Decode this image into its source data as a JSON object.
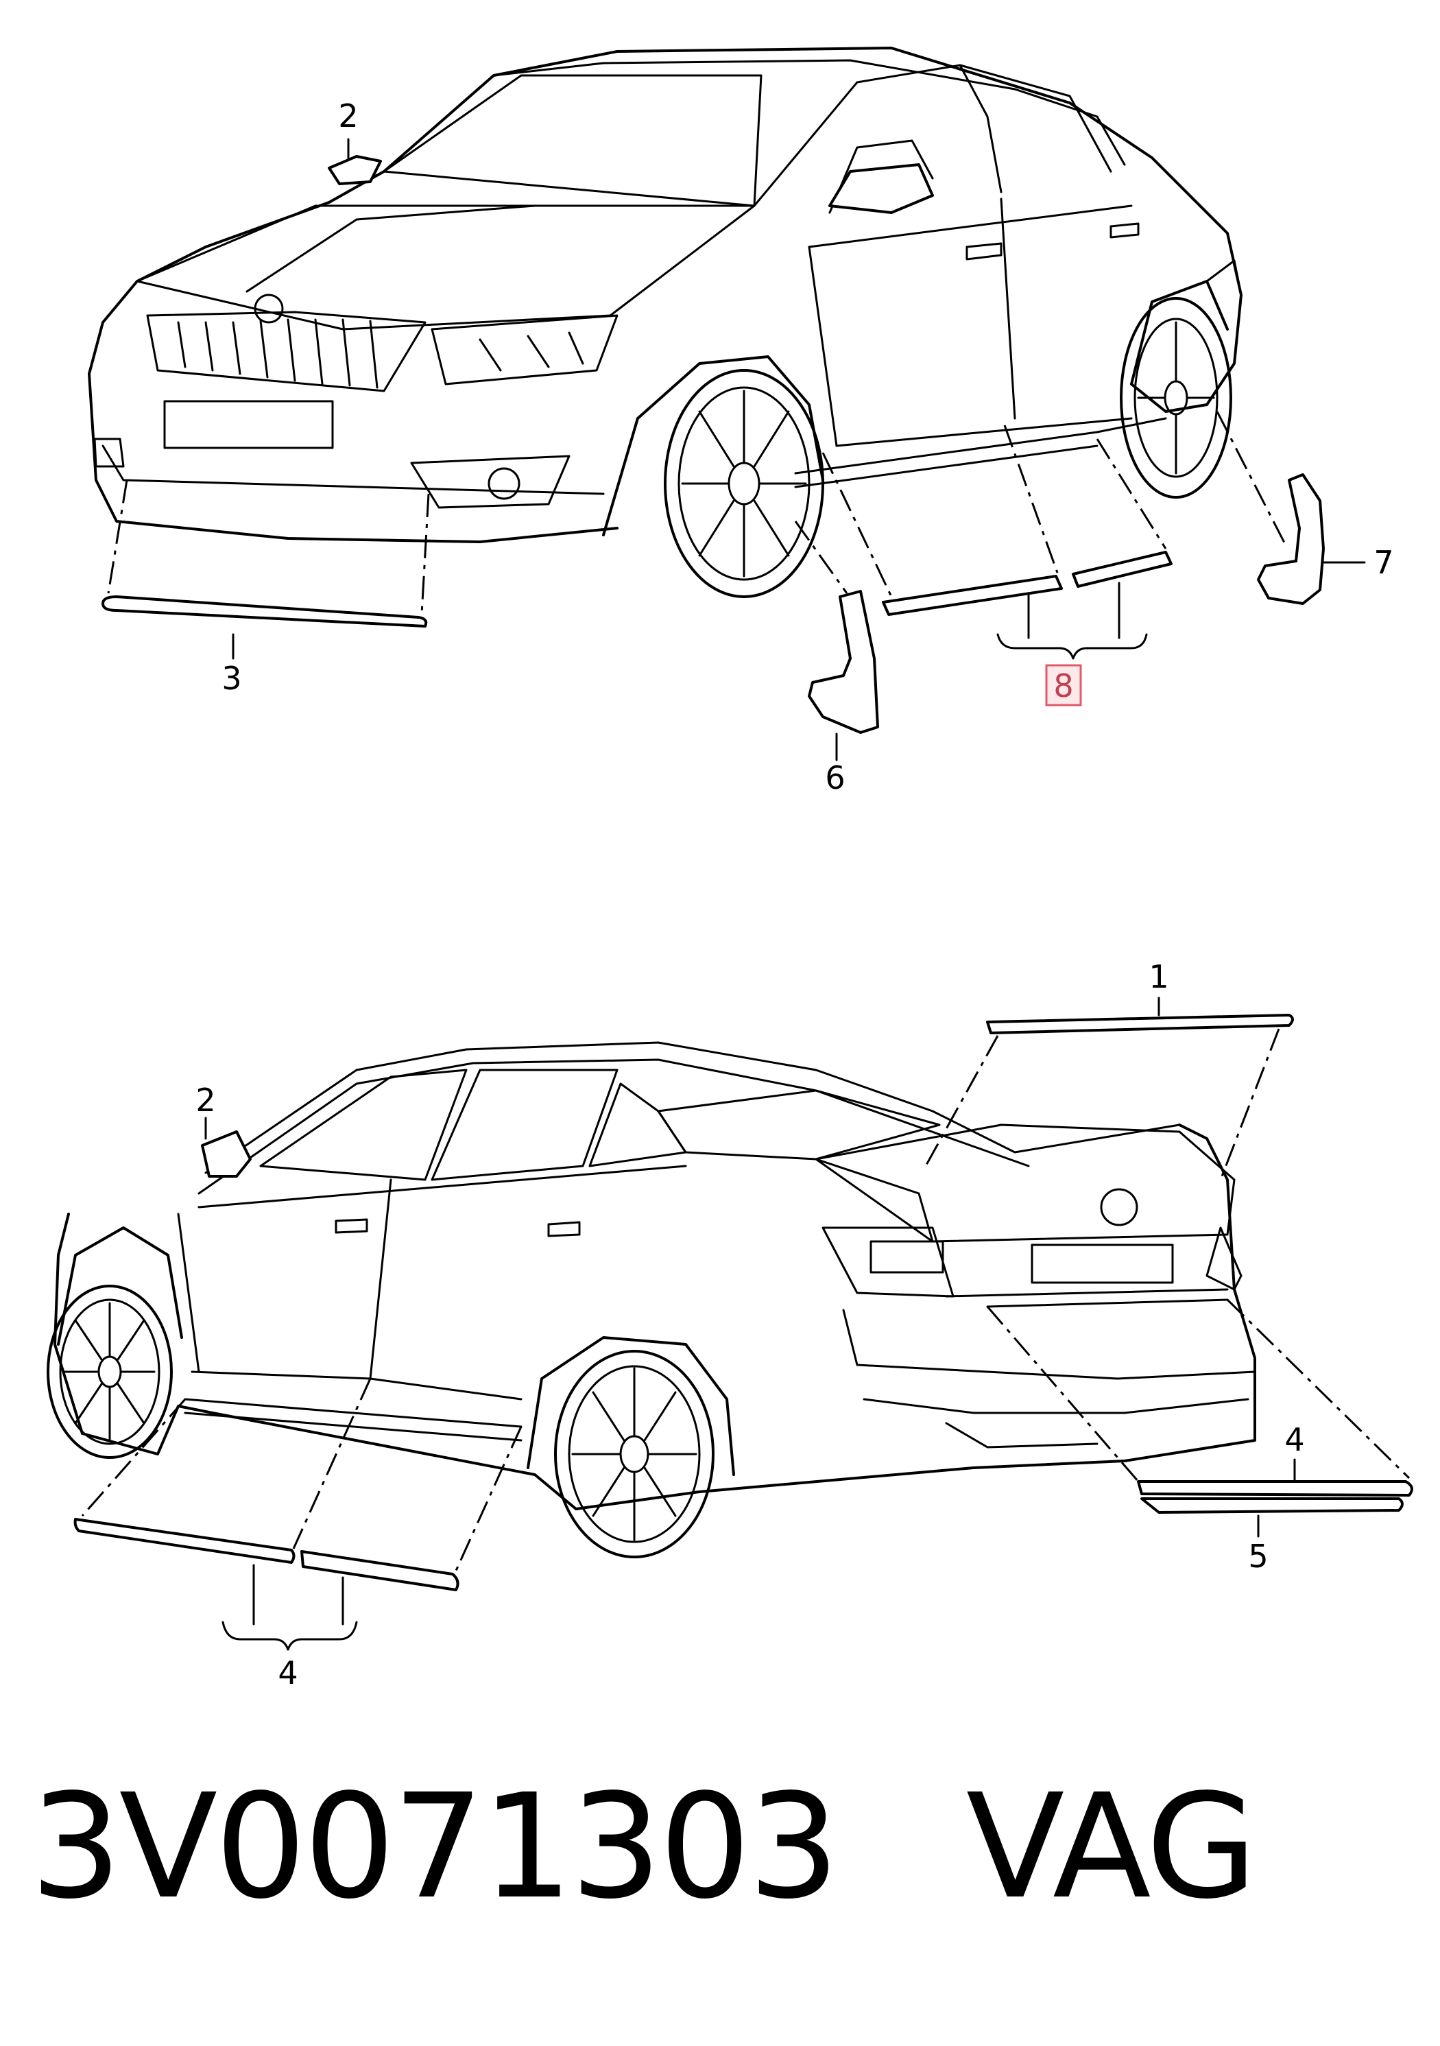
{
  "callouts_top": {
    "c2": "2",
    "c3": "3",
    "c6": "6",
    "c7": "7",
    "c8": "8"
  },
  "callouts_bottom": {
    "c1": "1",
    "c2": "2",
    "c4_group": "4",
    "c4_right": "4",
    "c5": "5"
  },
  "footer": {
    "part_number": "3V0071303",
    "brand": "VAG"
  },
  "colors": {
    "highlight_fill": "#fde8ea",
    "highlight_stroke": "#e05a6a"
  }
}
